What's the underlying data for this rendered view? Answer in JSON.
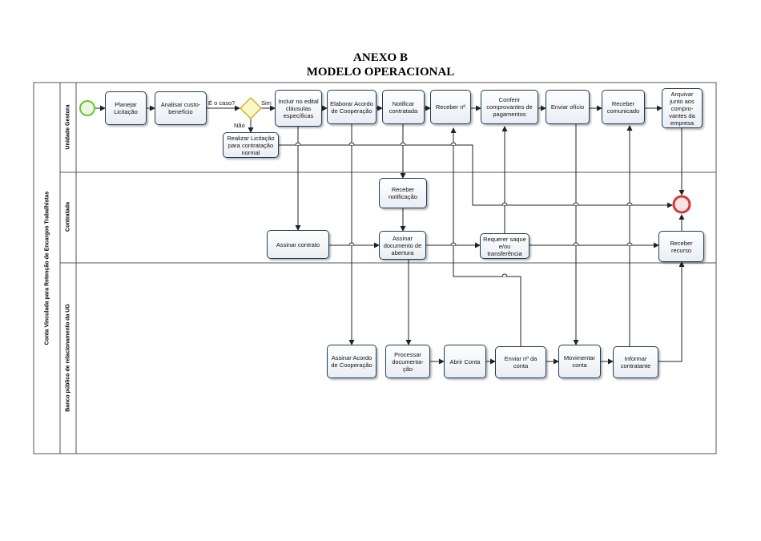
{
  "header": {
    "title": "ANEXO B",
    "subtitle": "MODELO OPERACIONAL"
  },
  "pool": {
    "label": "Conta Vinculada para Retenção de Encargos Trabalhistas"
  },
  "lanes": {
    "gestora": "Unidade Gestora",
    "contratada": "Contratada",
    "banco": "Banco público de relacionamento da UG"
  },
  "tasks": {
    "planejar": "Planejar Licitação",
    "analisar": "Analisar custo-benefício",
    "realizar": "Realizar Licitação para contratação normal",
    "incluir": "Incluir no edital cláusulas específicas",
    "elaborar": "Elaborar Acordo de Cooperação",
    "notificar": "Notificar contratada",
    "receber_n": "Receber nº",
    "conferir": "Conferir comprovantes de pagamentos",
    "enviar_oficio": "Enviar ofício",
    "receber_comunicado": "Receber comunicado",
    "arquivar": "Arquivar junto aos compro-vantes da empresa",
    "receber_notificacao": "Receber notificação",
    "assinar_contrato": "Assinar contrato",
    "assinar_documento": "Assinar documento de abertura",
    "requerer_saque": "Requerer saque e/ou transferência",
    "receber_recurso": "Receber recurso",
    "assinar_acordo": "Assinar Acordo de Cooperação",
    "processar": "Processar documenta-ção",
    "abrir_conta": "Abrir Conta",
    "enviar_n": "Enviar nº da conta",
    "movimentar": "Movimentar conta",
    "informar": "Informar contratante"
  },
  "gateway": {
    "question": "É o caso?",
    "yes": "Sim",
    "no": "Não"
  },
  "colors": {
    "task_border": "#1f3e5a",
    "start_event": "#6fc23a",
    "end_event": "#d23a3a",
    "gateway": "#e8d23a",
    "line": "#222222"
  }
}
